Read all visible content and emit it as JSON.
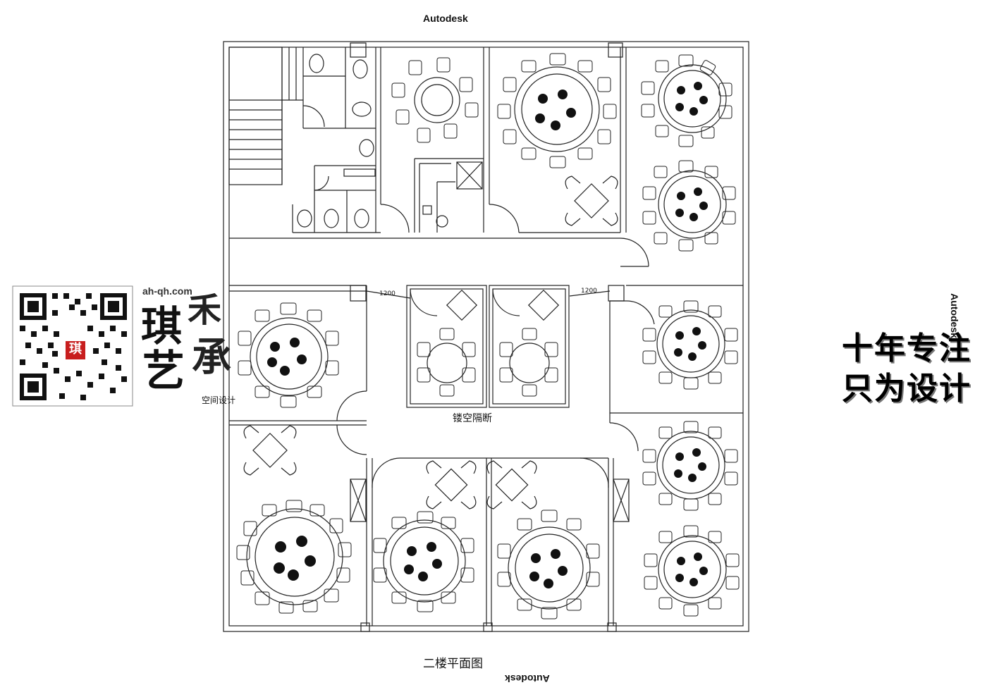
{
  "watermark": {
    "top": "Autodesk",
    "right": "Autodesk",
    "bottom": "Autodesk"
  },
  "plan": {
    "caption": "二楼平面图",
    "partition_label": "镂空隔断",
    "dimension_left": "1200",
    "dimension_right": "1200"
  },
  "brand": {
    "url": "ah-qh.com",
    "logo_char_1": "琪",
    "logo_char_2": "禾",
    "logo_char_3": "艺",
    "logo_char_4": "承",
    "subtitle": "空间设计",
    "seal_char": "琪"
  },
  "slogan": {
    "line1": "十年专注",
    "line2": "只为设计"
  },
  "colors": {
    "line": "#222222",
    "seal": "#c81e1e",
    "background": "#ffffff"
  }
}
